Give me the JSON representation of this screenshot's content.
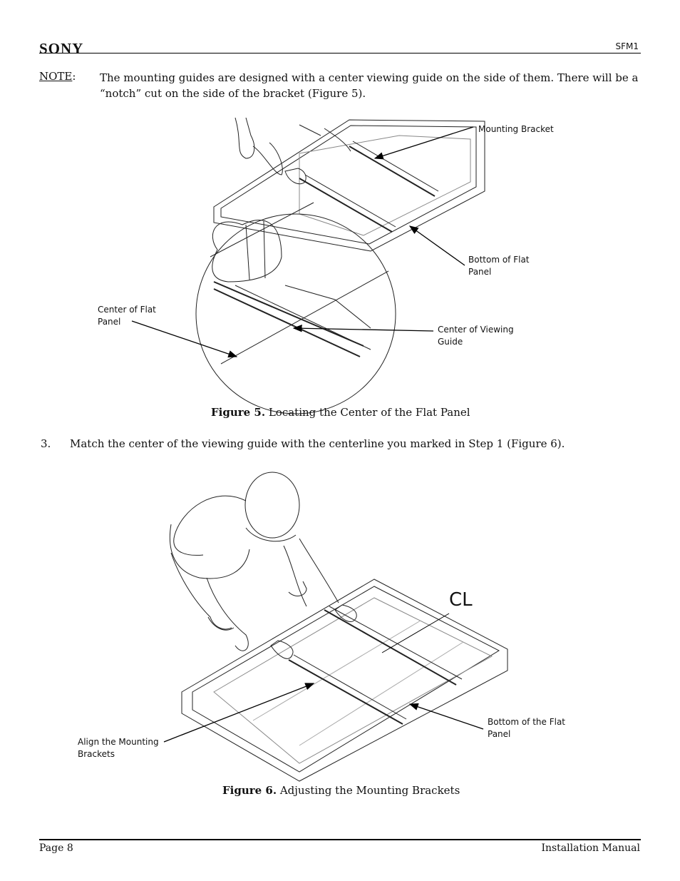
{
  "header": {
    "brand": "SONY",
    "model": "SFM1"
  },
  "note": {
    "label": "NOTE",
    "colon": ":",
    "text": "The mounting guides are designed with a center viewing guide on the side of them. There will be a “notch” cut on the side of the bracket (Figure 5)."
  },
  "figure5": {
    "callouts": {
      "mounting_bracket": "Mounting Bracket",
      "bottom_flat_panel": "Bottom of Flat\nPanel",
      "center_flat_panel": "Center of Flat\nPanel",
      "center_viewing_guide": "Center of Viewing\nGuide"
    },
    "caption_label": "Figure 5.",
    "caption_text": " Locating the Center of the Flat Panel"
  },
  "step3": {
    "number": "3.",
    "text": "Match the center of the viewing guide with the centerline you marked in Step 1 (Figure 6)."
  },
  "figure6": {
    "centerline_symbol": "CL",
    "callouts": {
      "bottom_flat_panel": "Bottom of the Flat\nPanel",
      "align_brackets": "Align the Mounting\nBrackets"
    },
    "caption_label": "Figure 6.",
    "caption_text": " Adjusting the Mounting Brackets"
  },
  "footer": {
    "page": "Page 8",
    "title": "Installation Manual"
  }
}
